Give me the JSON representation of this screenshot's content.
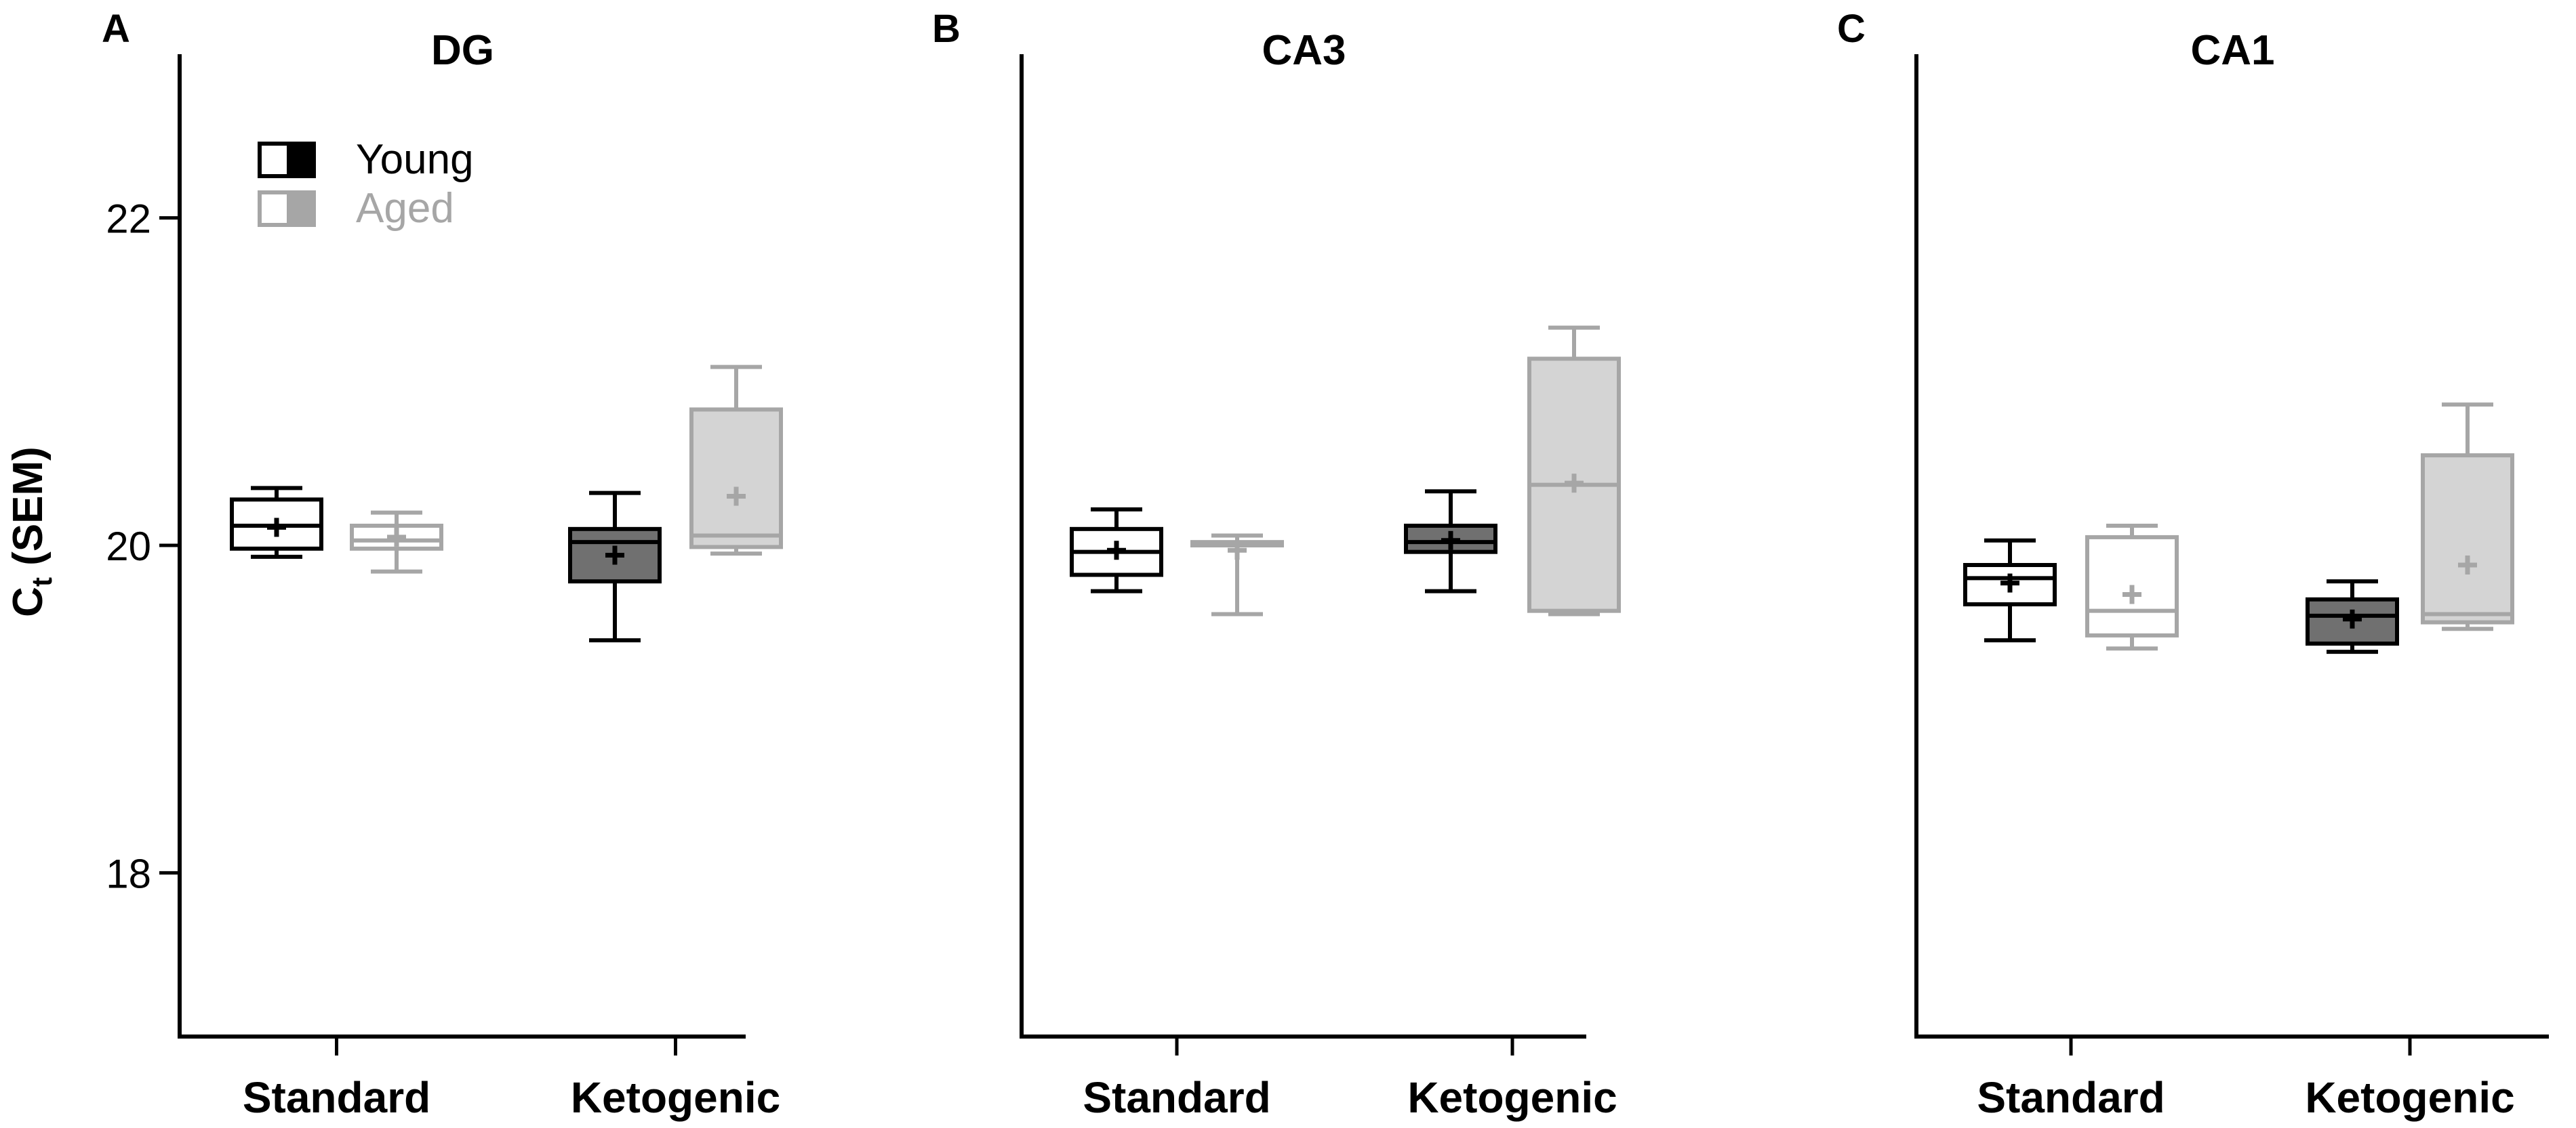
{
  "colors": {
    "young": "#000000",
    "aged": "#a6a6a6",
    "young_keto_fill": "#707070",
    "aged_keto_fill": "#d4d4d4",
    "standard_fill": "#ffffff"
  },
  "legend": {
    "entries": [
      "Young",
      "Aged"
    ],
    "placement": "top-left"
  },
  "chart_data": [
    {
      "type": "box",
      "panel_letter": "A",
      "title": "DG",
      "ylabel_main": "C",
      "ylabel_sub": "t",
      "ylabel_tail": " (SEM)",
      "ylim": [
        17,
        23
      ],
      "yticks": [
        18,
        20,
        22
      ],
      "categories": [
        "Standard",
        "Ketogenic"
      ],
      "series": [
        {
          "name": "Young",
          "boxes": [
            {
              "min": 19.93,
              "q1": 19.98,
              "median": 20.12,
              "q3": 20.28,
              "max": 20.35,
              "mean": 20.11
            },
            {
              "min": 19.42,
              "q1": 19.78,
              "median": 20.02,
              "q3": 20.1,
              "max": 20.32,
              "mean": 19.94
            }
          ]
        },
        {
          "name": "Aged",
          "boxes": [
            {
              "min": 19.84,
              "q1": 19.98,
              "median": 20.03,
              "q3": 20.12,
              "max": 20.2,
              "mean": 20.05
            },
            {
              "min": 19.95,
              "q1": 19.99,
              "median": 20.06,
              "q3": 20.83,
              "max": 21.09,
              "mean": 20.3
            }
          ]
        }
      ]
    },
    {
      "type": "box",
      "panel_letter": "B",
      "title": "CA3",
      "ylim": [
        17,
        23
      ],
      "categories": [
        "Standard",
        "Ketogenic"
      ],
      "series": [
        {
          "name": "Young",
          "boxes": [
            {
              "min": 19.72,
              "q1": 19.82,
              "median": 19.96,
              "q3": 20.1,
              "max": 20.22,
              "mean": 19.97
            },
            {
              "min": 19.72,
              "q1": 19.96,
              "median": 20.02,
              "q3": 20.12,
              "max": 20.33,
              "mean": 20.03
            }
          ]
        },
        {
          "name": "Aged",
          "boxes": [
            {
              "min": 19.58,
              "q1": 20.0,
              "median": 20.01,
              "q3": 20.02,
              "max": 20.06,
              "mean": 19.97
            },
            {
              "min": 19.58,
              "q1": 19.6,
              "median": 20.37,
              "q3": 21.14,
              "max": 21.33,
              "mean": 20.38
            }
          ]
        }
      ]
    },
    {
      "type": "box",
      "panel_letter": "C",
      "title": "CA1",
      "ylim": [
        17,
        23
      ],
      "categories": [
        "Standard",
        "Ketogenic"
      ],
      "series": [
        {
          "name": "Young",
          "boxes": [
            {
              "min": 19.42,
              "q1": 19.64,
              "median": 19.8,
              "q3": 19.88,
              "max": 20.03,
              "mean": 19.77
            },
            {
              "min": 19.35,
              "q1": 19.4,
              "median": 19.57,
              "q3": 19.67,
              "max": 19.78,
              "mean": 19.55
            }
          ]
        },
        {
          "name": "Aged",
          "boxes": [
            {
              "min": 19.37,
              "q1": 19.45,
              "median": 19.6,
              "q3": 20.05,
              "max": 20.12,
              "mean": 19.7
            },
            {
              "min": 19.49,
              "q1": 19.53,
              "median": 19.58,
              "q3": 20.55,
              "max": 20.86,
              "mean": 19.88
            }
          ]
        }
      ]
    }
  ]
}
